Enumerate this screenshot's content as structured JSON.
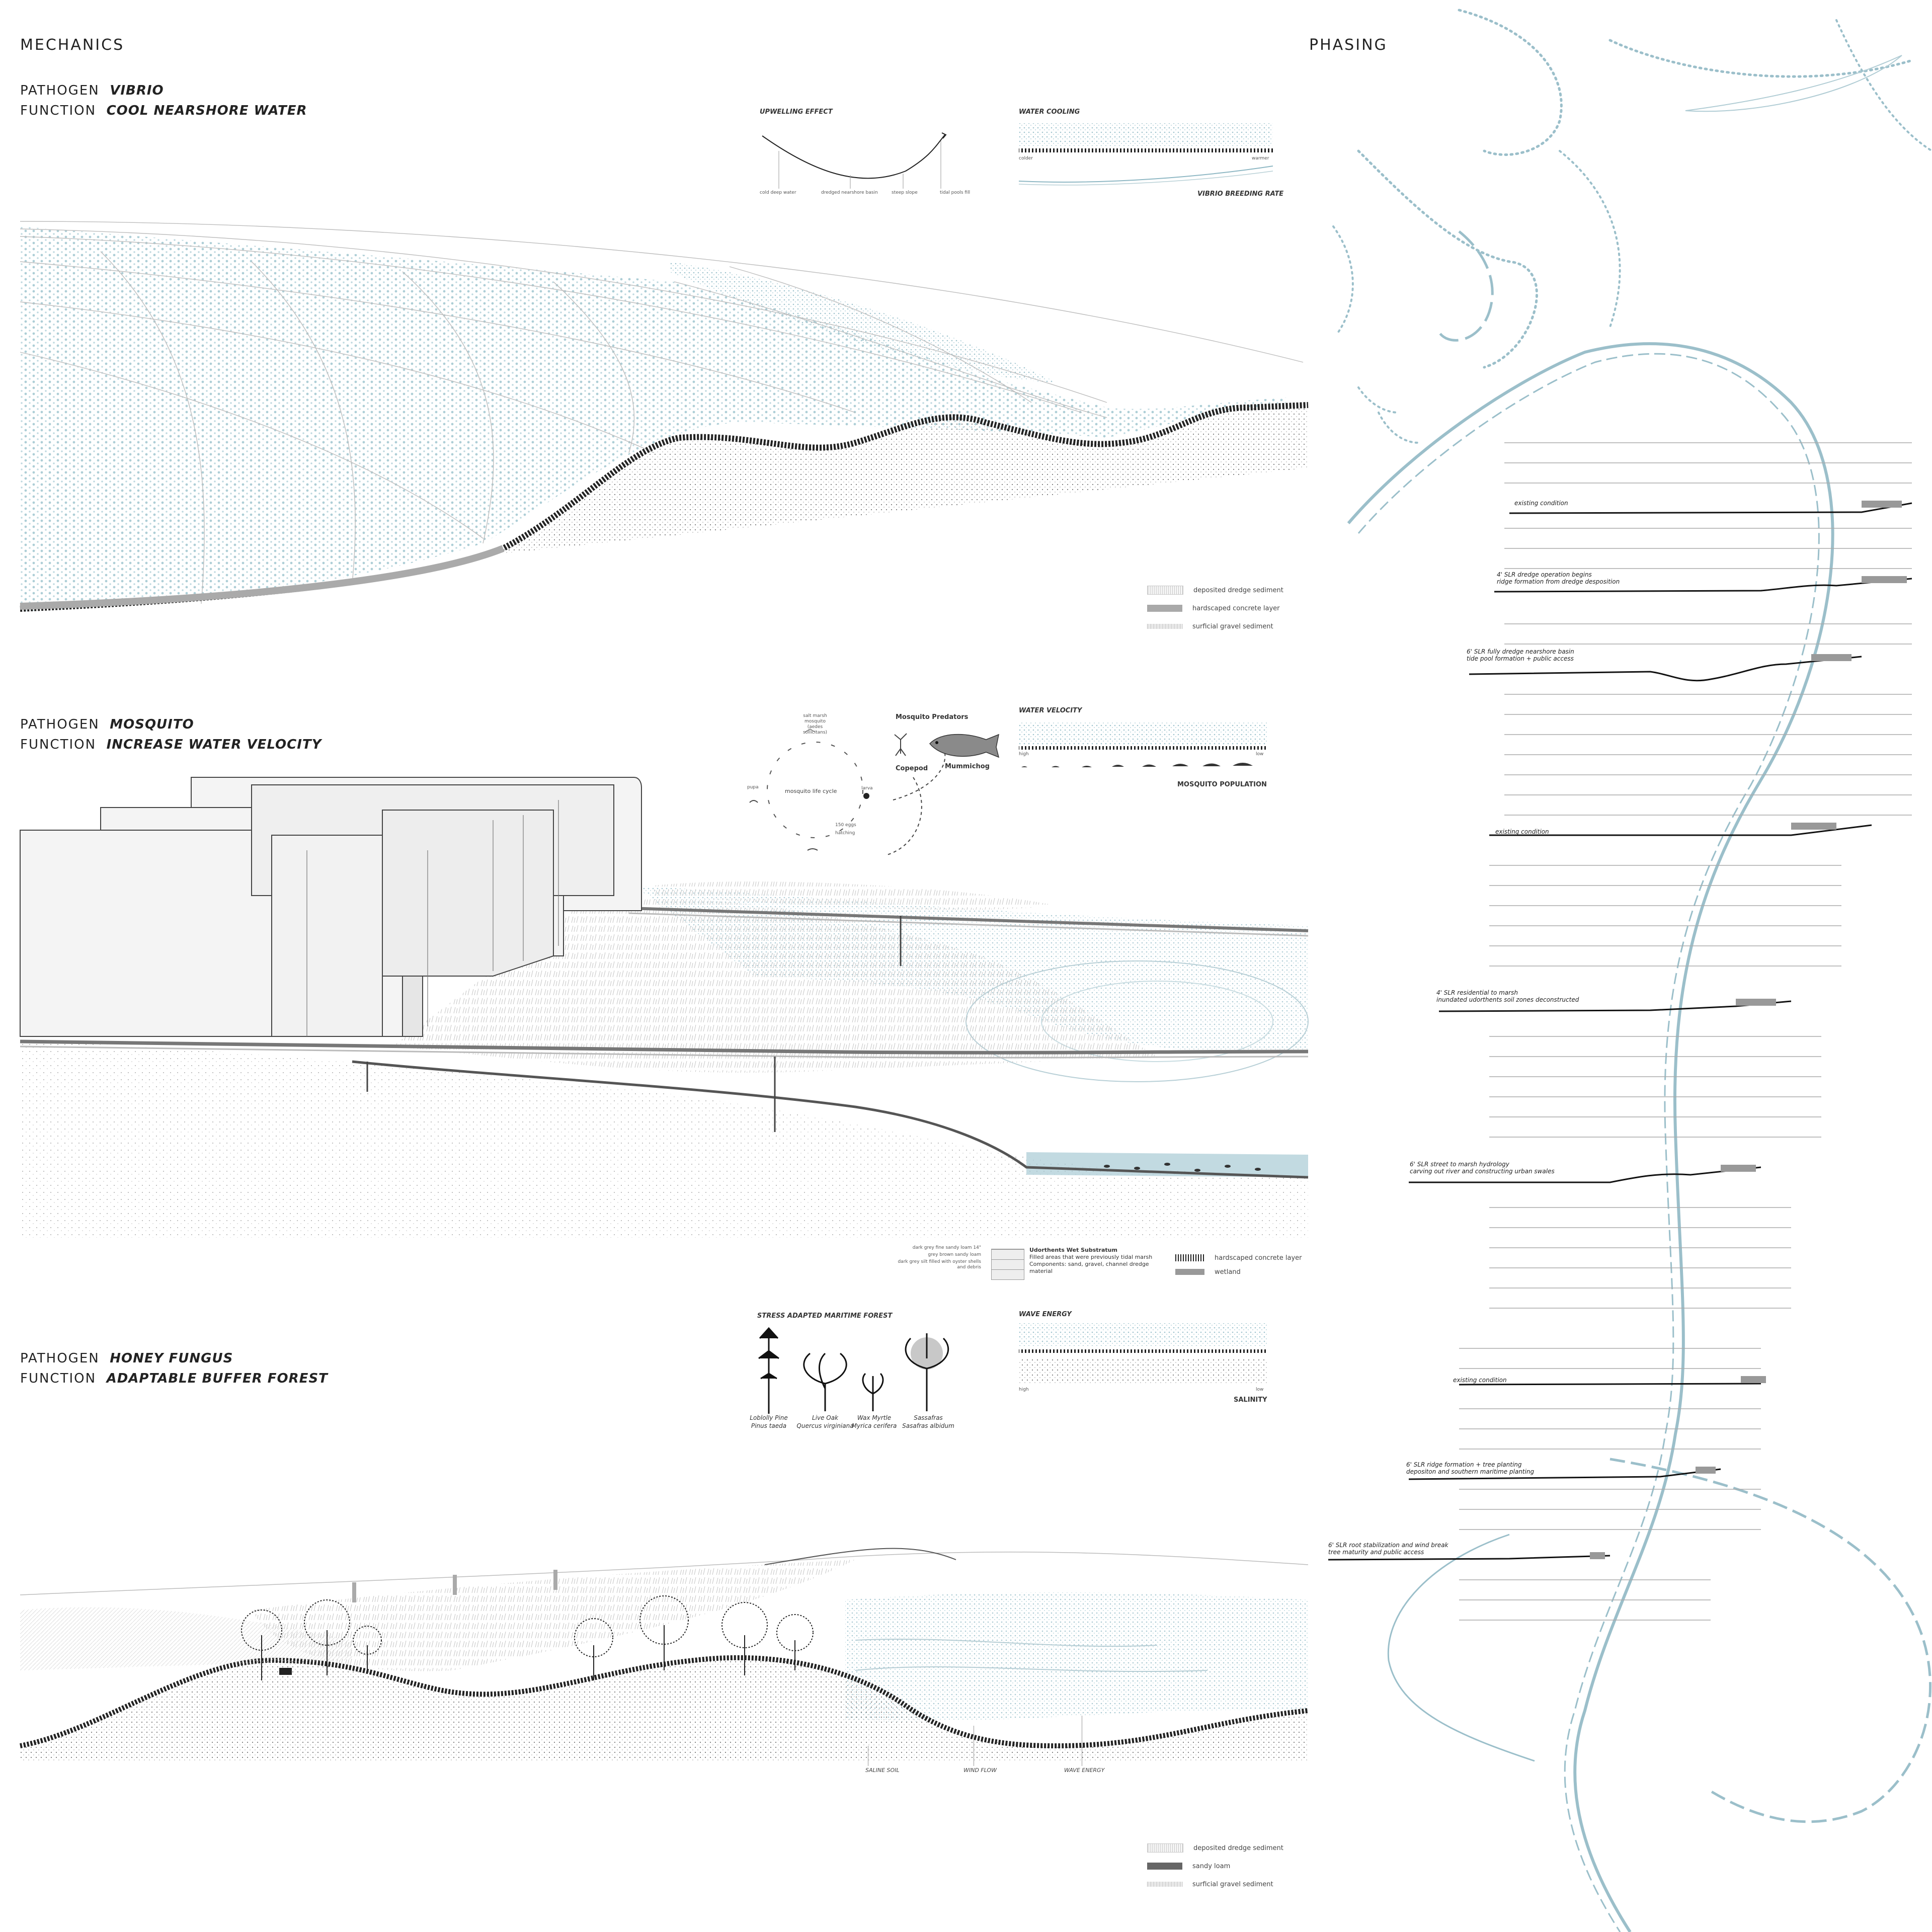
{
  "headers": {
    "mechanics": "MECHANICS",
    "phasing": "PHASING"
  },
  "sections": [
    {
      "pathogen_key": "PATHOGEN",
      "pathogen": "VIBRIO",
      "function_key": "FUNCTION",
      "function": "COOL NEARSHORE WATER"
    },
    {
      "pathogen_key": "PATHOGEN",
      "pathogen": "MOSQUITO",
      "function_key": "FUNCTION",
      "function": "INCREASE WATER VELOCITY"
    },
    {
      "pathogen_key": "PATHOGEN",
      "pathogen": "HONEY FUNGUS",
      "function_key": "FUNCTION",
      "function": "ADAPTABLE BUFFER FOREST"
    }
  ],
  "upwelling": {
    "title": "UPWELLING EFFECT",
    "labels": [
      "cold deep water",
      "dredged nearshore basin",
      "steep slope",
      "tidal pools fill"
    ]
  },
  "water_cooling": {
    "title": "WATER COOLING",
    "left": "colder",
    "right": "warmer",
    "caption": "VIBRIO BREEDING RATE"
  },
  "legend1": [
    "deposited dredge sediment",
    "hardscaped concrete layer",
    "surficial gravel sediment"
  ],
  "mosquito_cycle": {
    "title": "mosquito life cycle",
    "adult": "salt marsh mosquito (aedes sollicitans)",
    "pupa": "pupa",
    "larva": "larva",
    "eggs": "150 eggs",
    "hatching": "hatching"
  },
  "predators": {
    "title": "Mosquito Predators",
    "copepod": "Copepod",
    "mummichog": "Mummichog"
  },
  "water_velocity": {
    "title": "WATER VELOCITY",
    "left": "high",
    "right": "low",
    "caption": "MOSQUITO POPULATION"
  },
  "soil_legend": {
    "layers": [
      "dark grey fine sandy loam 14\"",
      "grey brown sandy loam",
      "dark grey silt filled with oyster shells and debris"
    ],
    "title": "Udorthents Wet Substratum",
    "desc1": "Filled areas that were previously tidal marsh",
    "desc2": "Components: sand, gravel, channel dredge material",
    "concrete": "hardscaped concrete layer",
    "wetland": "wetland"
  },
  "forest": {
    "title": "STRESS ADAPTED MARITIME FOREST",
    "trees": [
      {
        "common": "Loblolly Pine",
        "latin": "Pinus taeda"
      },
      {
        "common": "Live Oak",
        "latin": "Quercus virginiana"
      },
      {
        "common": "Wax Myrtle",
        "latin": "Myrica cerifera"
      },
      {
        "common": "Sassafras",
        "latin": "Sasafras albidum"
      }
    ]
  },
  "wave_energy": {
    "title": "WAVE ENERGY",
    "left": "high",
    "right": "low",
    "caption": "SALINITY"
  },
  "section3_labels": [
    "SALINE SOIL",
    "WIND FLOW",
    "WAVE ENERGY"
  ],
  "legend3": [
    "deposited dredge sediment",
    "sandy loam",
    "surficial gravel sediment"
  ],
  "phasing": [
    {
      "lines": [
        "existing condition"
      ]
    },
    {
      "lines": [
        "4' SLR dredge operation begins",
        "ridge formation from dredge desposition"
      ]
    },
    {
      "lines": [
        "6' SLR fully dredge nearshore basin",
        "tide pool formation + public access"
      ]
    },
    {
      "lines": [
        "existing condition"
      ]
    },
    {
      "lines": [
        "4' SLR residential to marsh",
        "inundated udorthents soil zones deconstructed"
      ]
    },
    {
      "lines": [
        "6' SLR street to marsh hydrology",
        "carving out river and constructing urban swales"
      ]
    },
    {
      "lines": [
        "existing condition"
      ]
    },
    {
      "lines": [
        "6' SLR ridge formation + tree planting",
        "depositon and southern maritime planting"
      ]
    },
    {
      "lines": [
        "6' SLR root stabilization and wind break",
        "tree maturity and public access"
      ]
    }
  ],
  "colors": {
    "water": "#8fb8c4",
    "ink": "#222222",
    "grey": "#9a9a9a"
  }
}
